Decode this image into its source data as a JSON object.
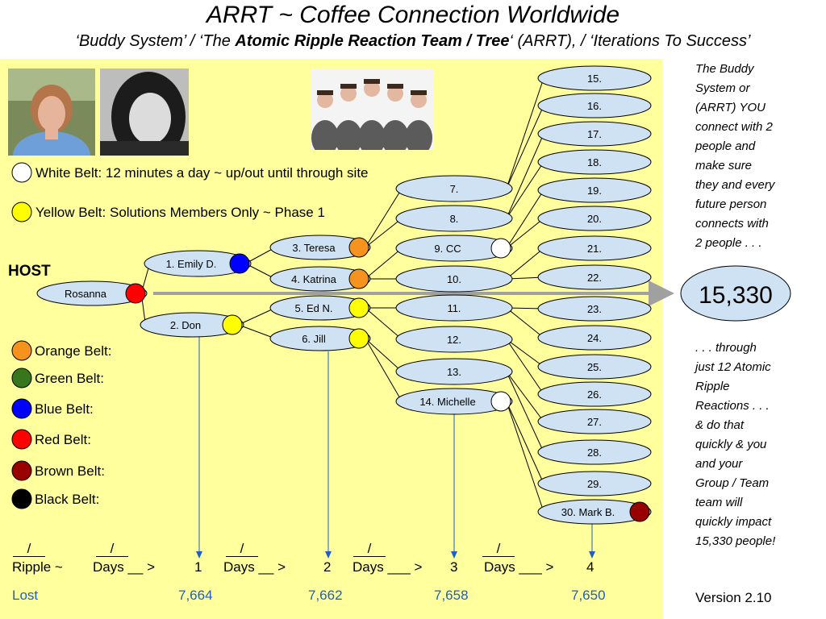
{
  "title": "ARRT ~ Coffee Connection Worldwide",
  "subtitle": {
    "part1": "‘Buddy System’ / ‘The ",
    "bold": "Atomic Ripple Reaction Team / Tree",
    "part2": "‘ (ARRT), / ‘Iterations To Success’"
  },
  "colors": {
    "panel": "#ffff9d",
    "node_fill": "#cfe2f3",
    "white_belt": "#ffffff",
    "yellow_belt": "#ffff00",
    "orange_belt": "#f6921e",
    "green_belt": "#38761d",
    "blue_belt": "#0000ff",
    "red_belt": "#ff0000",
    "brown_belt": "#990000",
    "black_belt": "#000000",
    "blue_text": "#1f5fbf"
  },
  "legend_top": [
    {
      "label": "White Belt: 12 minutes a day ~ up/out until through site",
      "color": "#ffffff"
    },
    {
      "label": "Yellow Belt: Solutions Members Only ~ Phase 1",
      "color": "#ffff00"
    }
  ],
  "legend_bottom": [
    {
      "label": "Orange Belt:",
      "color": "#f6921e"
    },
    {
      "label": "Green Belt:",
      "color": "#38761d"
    },
    {
      "label": "Blue Belt:",
      "color": "#0000ff"
    },
    {
      "label": "Red Belt:",
      "color": "#ff0000"
    },
    {
      "label": "Brown Belt:",
      "color": "#990000"
    },
    {
      "label": "Black Belt:",
      "color": "#000000"
    }
  ],
  "host_label": "HOST",
  "root": {
    "label": "Rosanna",
    "belt": "red"
  },
  "level1": [
    {
      "label": "1. Emily D.",
      "belt": "blue"
    },
    {
      "label": "2. Don",
      "belt": "yellow"
    }
  ],
  "level2": [
    {
      "label": "3. Teresa",
      "belt": "orange"
    },
    {
      "label": "4. Katrina",
      "belt": "orange"
    },
    {
      "label": "5. Ed N.",
      "belt": "yellow"
    },
    {
      "label": "6. Jill",
      "belt": "yellow"
    }
  ],
  "level3": [
    {
      "label": "7.",
      "belt": ""
    },
    {
      "label": "8.",
      "belt": ""
    },
    {
      "label": "9. CC",
      "belt": "white"
    },
    {
      "label": "10.",
      "belt": ""
    },
    {
      "label": "11.",
      "belt": ""
    },
    {
      "label": "12.",
      "belt": ""
    },
    {
      "label": "13.",
      "belt": ""
    },
    {
      "label": "14. Michelle",
      "belt": "white"
    }
  ],
  "level4": [
    {
      "label": "15.",
      "belt": ""
    },
    {
      "label": "16.",
      "belt": ""
    },
    {
      "label": "17.",
      "belt": ""
    },
    {
      "label": "18.",
      "belt": ""
    },
    {
      "label": "19.",
      "belt": ""
    },
    {
      "label": "20.",
      "belt": ""
    },
    {
      "label": "21.",
      "belt": ""
    },
    {
      "label": "22.",
      "belt": ""
    },
    {
      "label": "23.",
      "belt": ""
    },
    {
      "label": "24.",
      "belt": ""
    },
    {
      "label": "25.",
      "belt": ""
    },
    {
      "label": "26.",
      "belt": ""
    },
    {
      "label": "27.",
      "belt": ""
    },
    {
      "label": "28.",
      "belt": ""
    },
    {
      "label": "29.",
      "belt": ""
    },
    {
      "label": "30. Mark B.",
      "belt": "brown"
    }
  ],
  "total": "15,330",
  "side_text_top": [
    "The Buddy",
    "System or",
    "(ARRT) YOU",
    "connect with 2",
    "people and",
    "make sure",
    "they and every",
    "future person",
    "connects with",
    "2 people . . ."
  ],
  "side_text_bottom": [
    ". . . through",
    "just 12 Atomic",
    "Ripple",
    "Reactions . . .",
    "& do that",
    "quickly & you",
    "and your",
    "Group / Team",
    "team will",
    "quickly impact",
    "15,330 people!"
  ],
  "version": "Version 2.10",
  "bottom_row": {
    "slash": "/",
    "ripple": "Ripple ~",
    "days": [
      "Days __ >",
      "Days __ >",
      "Days ___ >",
      "Days ___ >"
    ],
    "numbers": [
      "1",
      "2",
      "3",
      "4"
    ],
    "lost": "Lost",
    "lost_values": [
      "7,664",
      "7,662",
      "7,658",
      "7,650"
    ]
  }
}
